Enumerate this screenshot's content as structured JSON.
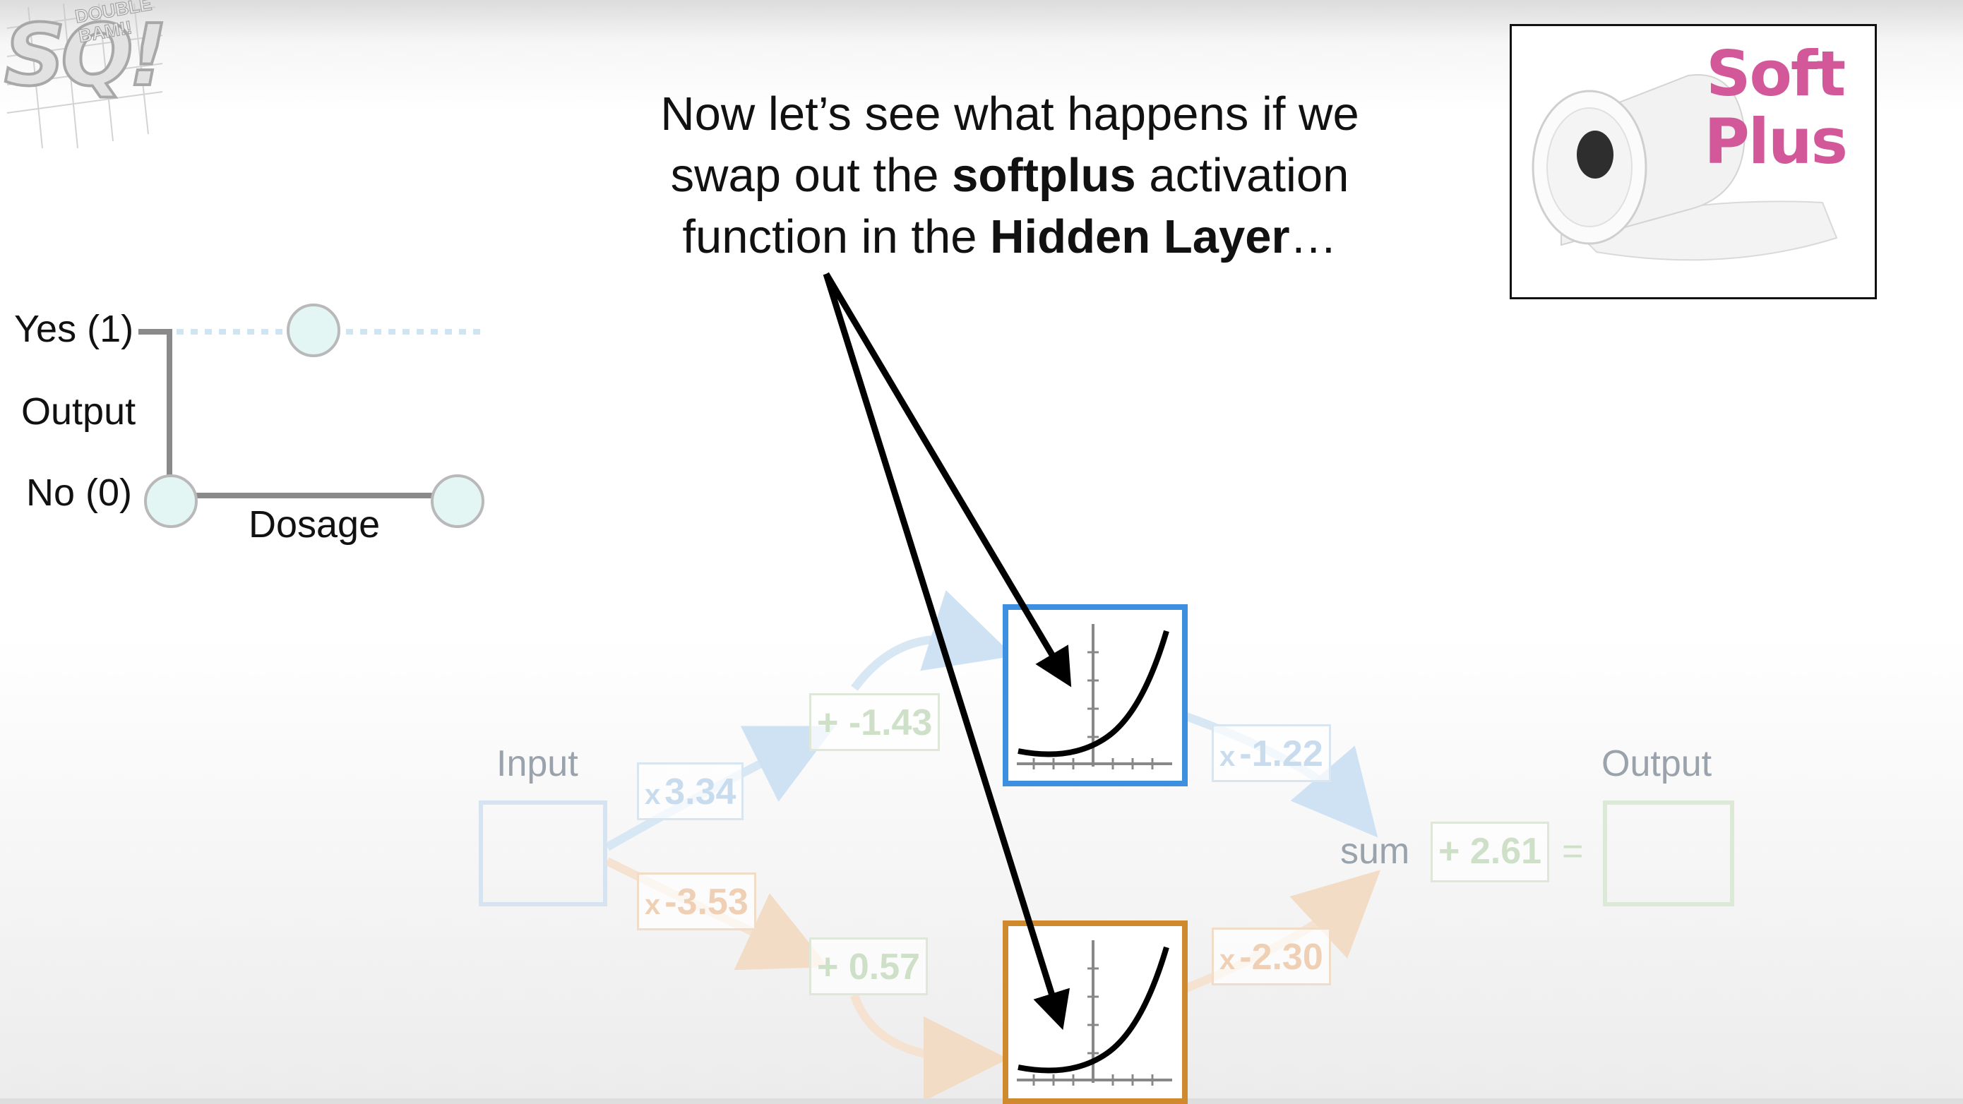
{
  "logo": {
    "text_main": "SQ!",
    "text_small": "DOUBLE BAM!!"
  },
  "caption": {
    "line1": "Now let’s see what happens if we",
    "line2_pre": "swap out the ",
    "line2_bold": "softplus",
    "line2_post": " activation",
    "line3_pre": "function in the ",
    "line3_bold": "Hidden Layer",
    "line3_post": "…"
  },
  "softplus_card": {
    "line1": "Soft",
    "line2": "Plus"
  },
  "small_graph": {
    "y_top_label": "Yes (1)",
    "y_axis_label": "Output",
    "y_bottom_label": "No (0)",
    "x_axis_label": "Dosage"
  },
  "network": {
    "input_label": "Input",
    "output_label": "Output",
    "sum_label": "sum",
    "equals": "=",
    "w_top_in": {
      "op": "x",
      "val": "3.34"
    },
    "w_bot_in": {
      "op": "x",
      "val": "-3.53"
    },
    "b_top": {
      "op": "+",
      "val": "-1.43"
    },
    "b_bot": {
      "op": "+",
      "val": "0.57"
    },
    "w_top_out": {
      "op": "x",
      "val": "-1.22"
    },
    "w_bot_out": {
      "op": "x",
      "val": "-2.30"
    },
    "b_final": {
      "op": "+",
      "val": "2.61"
    }
  },
  "colors": {
    "blue_node": "#3d8fe0",
    "orange_node": "#cf8a2f",
    "softplus_pink": "#d2589a",
    "faded_green": "#cfe0c8",
    "faded_blue": "#c8dced",
    "faded_orange": "#efd0b4"
  }
}
